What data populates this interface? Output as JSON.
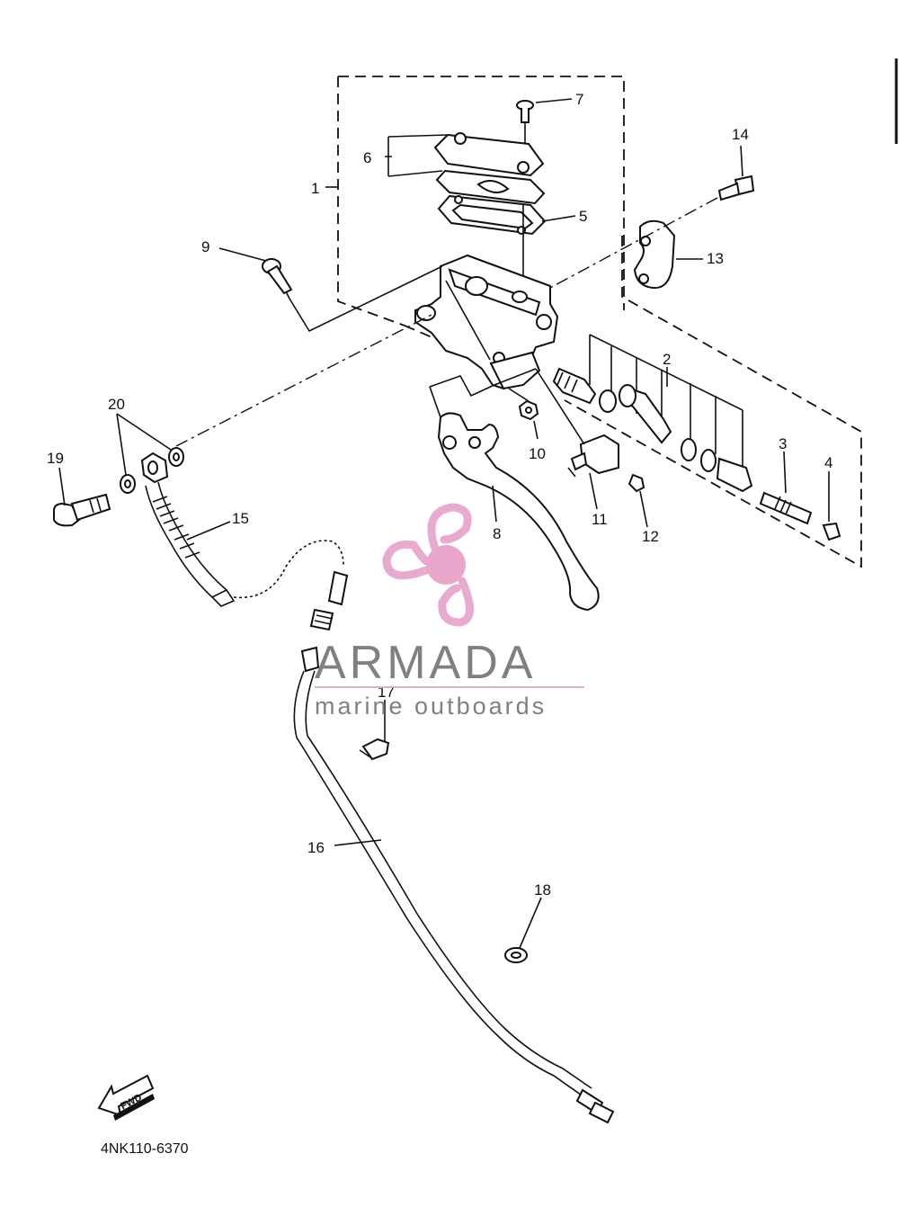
{
  "diagram": {
    "callouts": [
      "1",
      "2",
      "3",
      "4",
      "5",
      "6",
      "7",
      "8",
      "9",
      "10",
      "11",
      "12",
      "13",
      "14",
      "15",
      "16",
      "17",
      "18",
      "19",
      "20"
    ],
    "drawing_code": "4NK110-6370",
    "fwd_label": "FWD"
  },
  "watermark": {
    "brand": "ARMADA",
    "tagline": "marine outboards",
    "colors": {
      "propeller": "#e7a6cc",
      "hub": "#e8a1c8",
      "text": "#7a7a7a"
    }
  }
}
